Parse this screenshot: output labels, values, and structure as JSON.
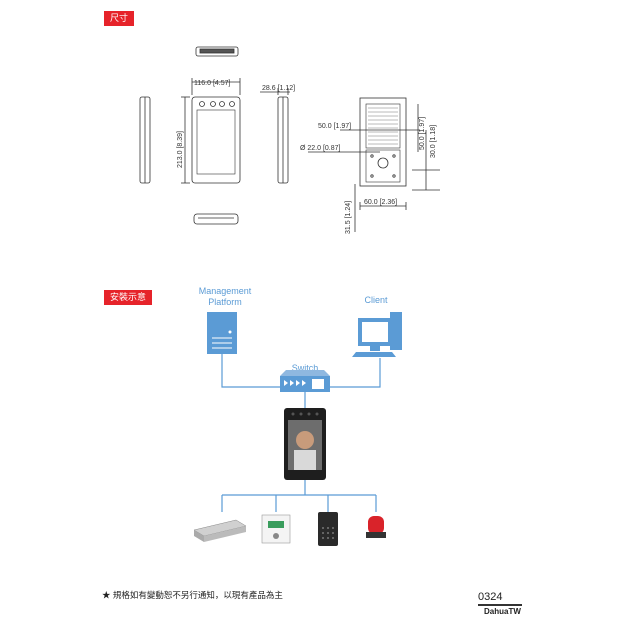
{
  "sections": {
    "dimensions_title": "尺寸",
    "installation_title": "安裝示意"
  },
  "dimensions": {
    "width": "116.0 [4.57]",
    "depth": "28.6 [1.12]",
    "height": "213.0 [8.39]",
    "hole_pitch": "50.0 [1.97]",
    "hole_diameter": "Ø 22.0 [0.87]",
    "bracket_width": "60.0 [2.36]",
    "right_top": "50.0 [1.97]",
    "right_mid": "30.0 [1.18]",
    "bottom_offset": "31.5 [1.24]"
  },
  "diagram": {
    "management_platform": "Management\nPlatform",
    "client": "Client",
    "switch": "Switch"
  },
  "footer": {
    "note": "★ 規格如有變動恕不另行通知，以現有產品為主",
    "code": "0324",
    "brand": "DahuaTW"
  },
  "colors": {
    "accent": "#e6232a",
    "diagram_blue": "#5b9bd5"
  }
}
